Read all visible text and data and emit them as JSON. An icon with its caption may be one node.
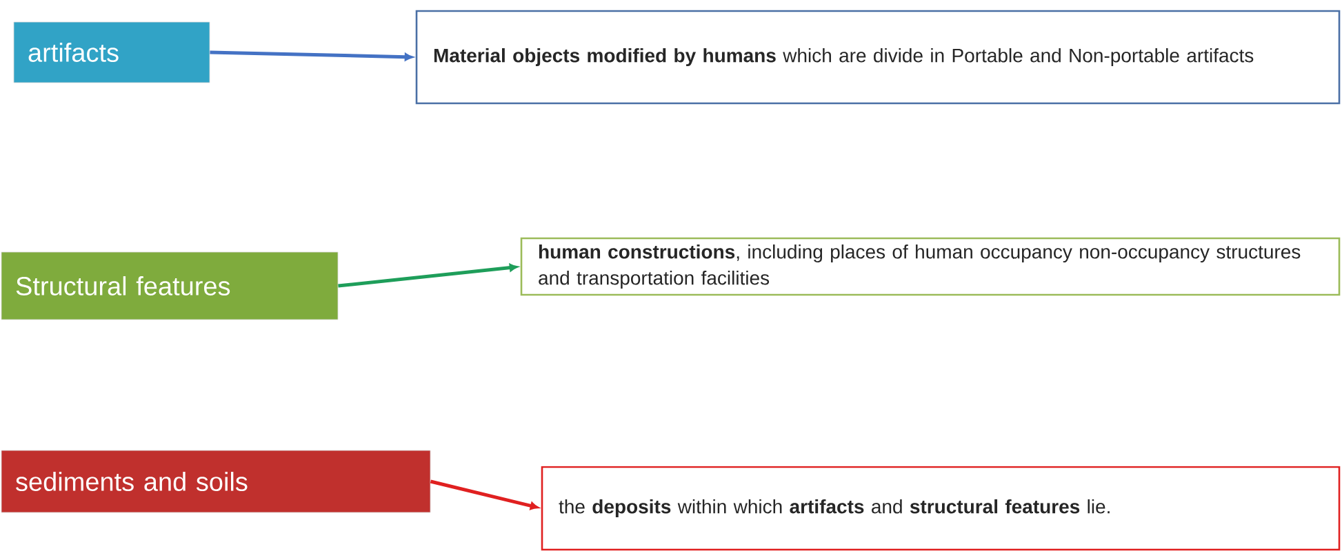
{
  "diagram": {
    "nodes": [
      {
        "text": [
          "artifacts"
        ]
      },
      {
        "text": [
          "**Material objects modified by humans** which are divide in Portable and Non-portable artifacts"
        ]
      },
      {
        "text": [
          "Structural features"
        ]
      },
      {
        "text": [
          "**human constructions**, including places of human occupancy non-occupancy structures and transportation facilities"
        ]
      },
      {
        "text": [
          "sediments and soils"
        ]
      },
      {
        "text": [
          "the **deposits** within which **artifacts** and **structural features** lie."
        ]
      }
    ],
    "edges": [
      {
        "from": 0,
        "to": 1,
        "arrow": "to",
        "color": "#4472c4"
      },
      {
        "from": 2,
        "to": 3,
        "arrow": "to",
        "color": "#1e9e5a"
      },
      {
        "from": 4,
        "to": 5,
        "arrow": "to",
        "color": "#e02020"
      }
    ]
  }
}
